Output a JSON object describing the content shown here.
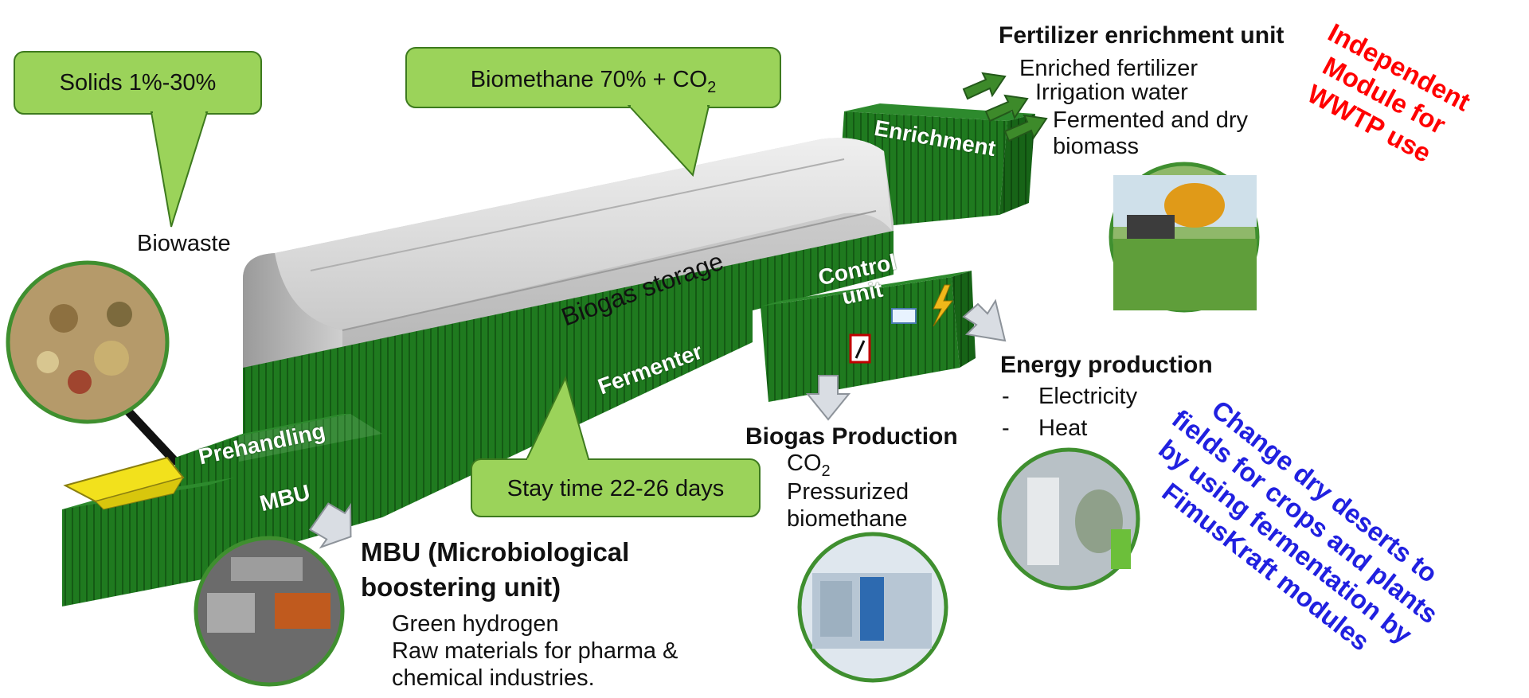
{
  "callouts": {
    "solids": "Solids 1%-30%",
    "biomethane": "Biomethane 70% + CO",
    "biomethane_sub": "2",
    "stay_time": "Stay time 22-26 days"
  },
  "inputs": {
    "biowaste": "Biowaste"
  },
  "modules": {
    "biogas_storage": "Biogas storage",
    "fermenter": "Fermenter",
    "prehandling": "Prehandling",
    "mbu": "MBU",
    "enrichment": "Enrichment",
    "control_line1": "Control",
    "control_line2": "unit"
  },
  "fertilizer": {
    "title": "Fertilizer enrichment unit",
    "items": [
      "Enriched fertilizer",
      "Irrigation water",
      "Fermented and dry",
      "biomass"
    ]
  },
  "independent": {
    "lines": [
      "Independent",
      "Module for",
      "WWTP use"
    ],
    "color": "#ff0000"
  },
  "energy": {
    "title": "Energy production",
    "items": [
      "Electricity",
      "Heat"
    ],
    "bullet": "-"
  },
  "biogas_production": {
    "title": "Biogas Production",
    "co2_base": "CO",
    "co2_sub": "2",
    "line2": "Pressurized",
    "line3": "biomethane"
  },
  "mbu_block": {
    "title_line1": "MBU (Microbiological",
    "title_line2": "boostering unit)",
    "items": [
      "Green hydrogen",
      "Raw materials for pharma &",
      "chemical industries."
    ]
  },
  "desert_message": {
    "lines": [
      "Change dry deserts to",
      "fields for crops and plants",
      "by using fermentation by",
      "FimusKraft modules"
    ],
    "color": "#2020e0"
  },
  "colors": {
    "module_green": "#1f7a1f",
    "callout_green": "#9bd35a",
    "storage_grey": "#c8c8c8",
    "arrow_grey": "#d9dde3",
    "photo_border": "#3f8f2f"
  },
  "icons": [
    "lightning-icon",
    "warning-sign-icon"
  ]
}
